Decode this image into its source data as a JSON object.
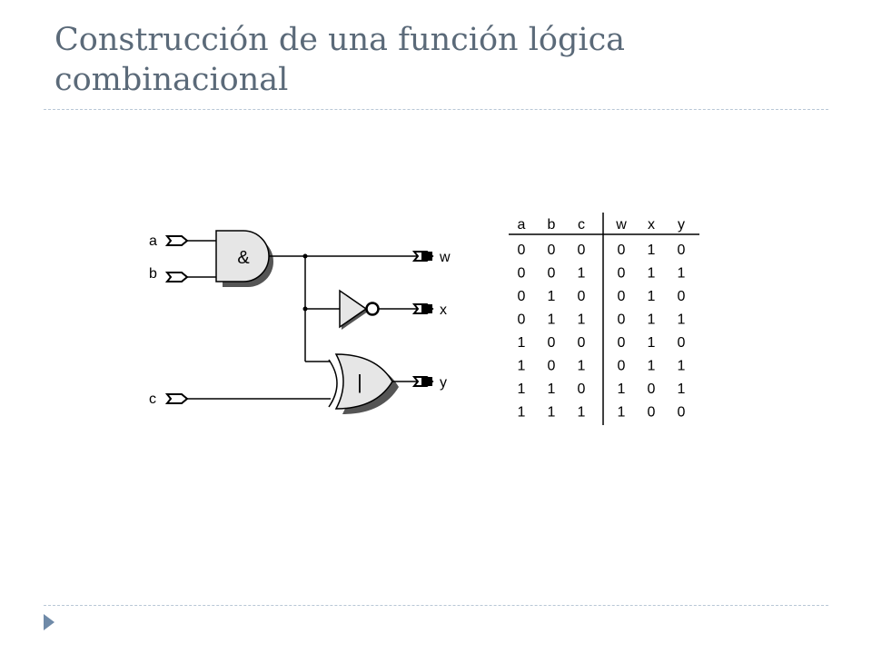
{
  "slide": {
    "title": "Construcción de una función lógica combinacional"
  },
  "circuit": {
    "inputs": [
      "a",
      "b",
      "c"
    ],
    "outputs": [
      "w",
      "x",
      "y"
    ],
    "and_gate_symbol": "&",
    "xnor_gate_symbol": "|"
  },
  "truth_table": {
    "columns": [
      "a",
      "b",
      "c",
      "w",
      "x",
      "y"
    ],
    "rows": [
      [
        "0",
        "0",
        "0",
        "0",
        "1",
        "0"
      ],
      [
        "0",
        "0",
        "1",
        "0",
        "1",
        "1"
      ],
      [
        "0",
        "1",
        "0",
        "0",
        "1",
        "0"
      ],
      [
        "0",
        "1",
        "1",
        "0",
        "1",
        "1"
      ],
      [
        "1",
        "0",
        "0",
        "0",
        "1",
        "0"
      ],
      [
        "1",
        "0",
        "1",
        "0",
        "1",
        "1"
      ],
      [
        "1",
        "1",
        "0",
        "1",
        "0",
        "1"
      ],
      [
        "1",
        "1",
        "1",
        "1",
        "0",
        "0"
      ]
    ]
  },
  "colors": {
    "title": "#5b6a79",
    "rule": "#b8c7d6",
    "bullet": "#6f8aa8",
    "gate_fill": "#e6e6e6",
    "line": "#000000"
  },
  "icons": {
    "bullet": "triangle-bullet-icon"
  }
}
